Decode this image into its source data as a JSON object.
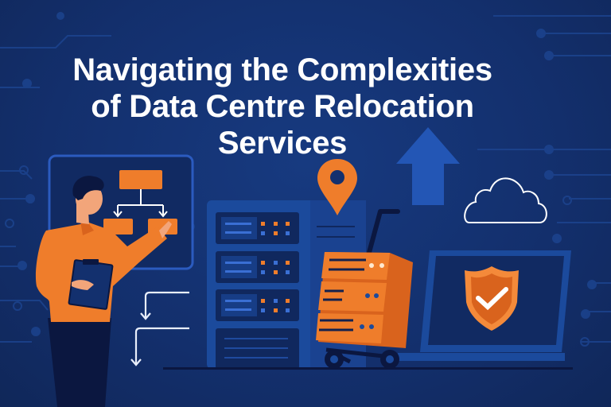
{
  "banner": {
    "title_lines": [
      "Navigating the Complexities",
      "of Data Centre Relocation",
      "Services"
    ]
  },
  "illustration": {
    "elements": [
      "person-with-clipboard",
      "flowchart-panel",
      "server-rack",
      "location-pin-icon",
      "upload-arrow-icon",
      "cloud-icon",
      "hand-truck-with-servers",
      "laptop-with-shield-check",
      "branching-arrows"
    ]
  },
  "colors": {
    "background": "#13306e",
    "panel": "#1b4a9c",
    "dark_panel": "#0f2557",
    "accent_orange": "#ef7d2b",
    "white": "#ffffff",
    "navy_dark": "#0b1740"
  }
}
